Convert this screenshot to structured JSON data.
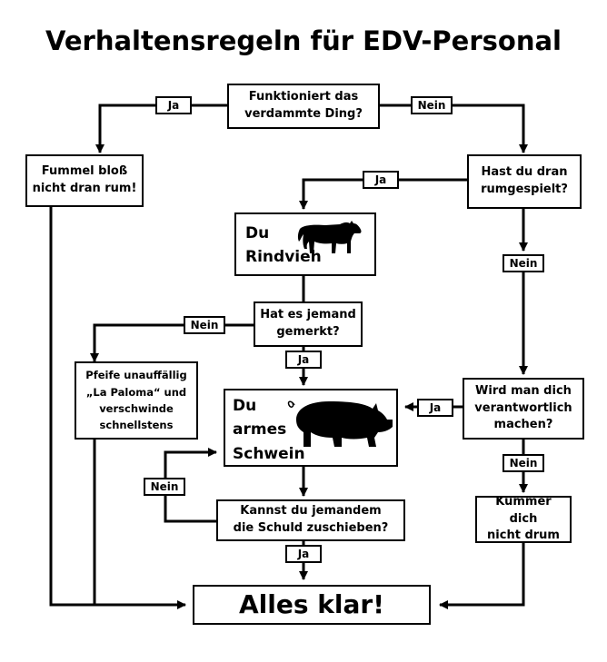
{
  "title": "Verhaltensregeln für EDV-Personal",
  "nodes": {
    "start": "Funktioniert das\nverdammte Ding?",
    "dont_touch": "Fummel bloß\nnicht dran rum!",
    "touched": "Hast du dran\nrumgespielt?",
    "rindvieh": "Du\nRindvieh",
    "noticed": "Hat es jemand\ngemerkt?",
    "whistle": "Pfeife unauffällig\n„La Paloma“ und\nverschwinde\nschnellstens",
    "schwein": "Du\narmes\nSchwein",
    "responsible": "Wird man dich\nverantwortlich\nmachen?",
    "blame": "Kannst du jemandem\ndie Schuld zuschieben?",
    "dont_care": "Kümmer dich\nnicht drum",
    "final": "Alles klar!"
  },
  "edge_labels": {
    "start_ja": "Ja",
    "start_nein": "Nein",
    "touched_ja": "Ja",
    "touched_nein": "Nein",
    "noticed_nein": "Nein",
    "noticed_ja": "Ja",
    "responsible_ja": "Ja",
    "responsible_nein": "Nein",
    "blame_nein": "Nein",
    "blame_ja": "Ja"
  },
  "icons": {
    "cow": "cow-silhouette",
    "pig": "pig-silhouette"
  },
  "colors": {
    "ink": "#000000",
    "background": "#ffffff"
  }
}
